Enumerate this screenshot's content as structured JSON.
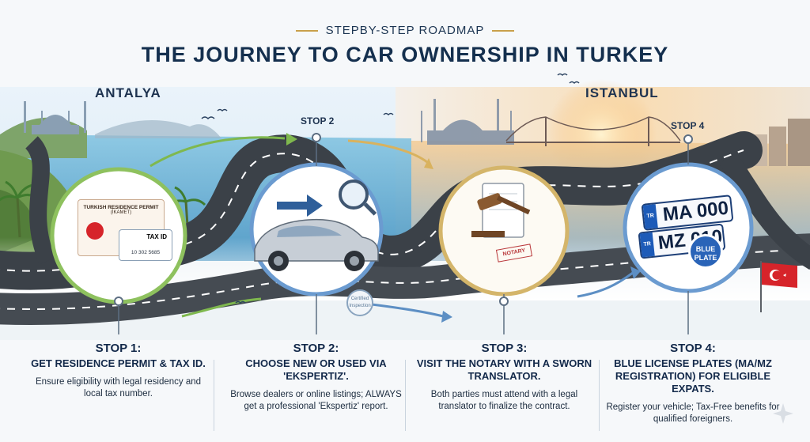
{
  "header": {
    "kicker": "STEPBY-STEP ROADMAP",
    "title": "THE JOURNEY TO CAR OWNERSHIP IN TURKEY"
  },
  "cities": {
    "left": "ANTALYA",
    "right": "ISTANBUL"
  },
  "map_labels": {
    "stop2": "STOP 2",
    "stop4": "STOP 4"
  },
  "illustrations": {
    "permit_title": "TURKISH RESIDENCE PERMIT",
    "permit_sub": "(İKAMET)",
    "tax_title": "TAX ID",
    "tax_number": "10 302 5685",
    "badge_text": "Certified Inspection",
    "notary_stamp": "NOTARY",
    "plate_top": "MA 000",
    "plate_bottom": "MZ 010",
    "plate_badge": "BLUE PLATE",
    "plate_strip": "TR"
  },
  "steps": [
    {
      "heading": "STOP 1:",
      "subheading": "GET RESIDENCE PERMIT & TAX ID.",
      "description": "Ensure eligibility with legal residency and local tax number."
    },
    {
      "heading": "STOP 2:",
      "subheading": "CHOOSE NEW OR USED VIA 'EKSPERTIZ'.",
      "description": "Browse dealers or online listings; ALWAYS get a professional 'Ekspertiz' report."
    },
    {
      "heading": "STOP 3:",
      "subheading": "VISIT THE NOTARY WITH A SWORN TRANSLATOR.",
      "description": "Both parties must attend with a legal translator to finalize the contract."
    },
    {
      "heading": "STOP 4:",
      "subheading": "BLUE LICENSE PLATES (MA/MZ REGISTRATION) FOR ELIGIBLE EXPATS.",
      "description": "Register your vehicle; Tax-Free benefits for qualified foreigners."
    }
  ],
  "colors": {
    "navy": "#142f4e",
    "sea": "#6fb4d8",
    "sky_left": "#dcecf6",
    "sunset": "#f2b86a",
    "road": "#3b4148",
    "green_accent": "#5fa34a",
    "blue_accent": "#4a79b0",
    "gold_accent": "#c9a04b",
    "flag_red": "#d6242a"
  },
  "icons": [
    "turkish-flag-icon",
    "magnifier-icon",
    "gavel-icon",
    "sparkle-icon"
  ]
}
